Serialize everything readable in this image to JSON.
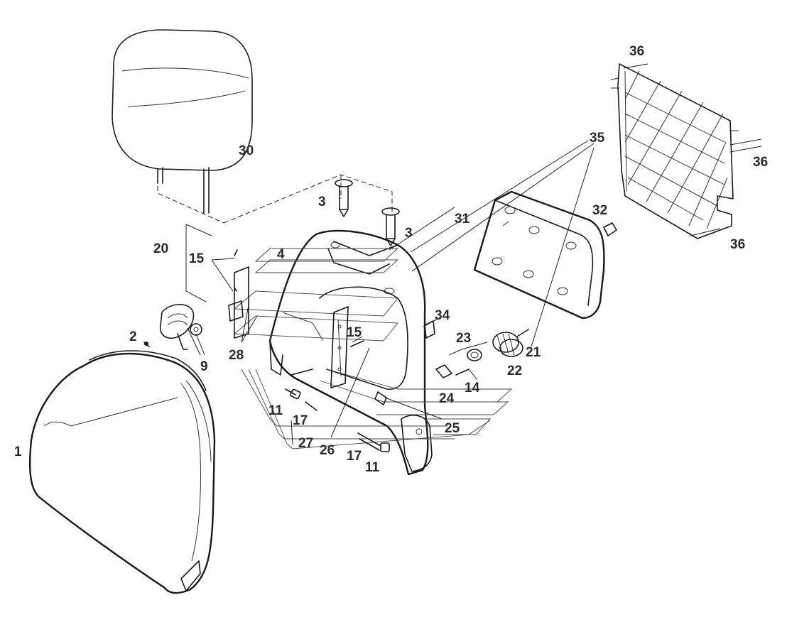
{
  "diagram": {
    "callouts": {
      "c1": "1",
      "c2": "2",
      "c3a": "3",
      "c3b": "3",
      "c4": "4",
      "c9": "9",
      "c11a": "11",
      "c11b": "11",
      "c14": "14",
      "c15a": "15",
      "c15b": "15",
      "c17a": "17",
      "c17b": "17",
      "c20": "20",
      "c21": "21",
      "c22": "22",
      "c23": "23",
      "c24": "24",
      "c25": "25",
      "c26": "26",
      "c27": "27",
      "c28": "28",
      "c30": "30",
      "c31": "31",
      "c32": "32",
      "c34": "34",
      "c35": "35",
      "c36a": "36",
      "c36b": "36",
      "c36c": "36"
    }
  }
}
